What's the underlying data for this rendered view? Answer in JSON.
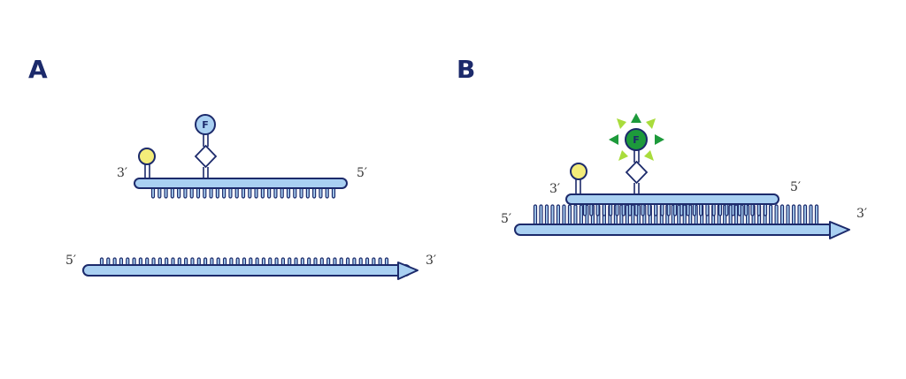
{
  "panels": [
    {
      "letter": "A",
      "probe": {
        "left_end": "3′",
        "right_end": "5′"
      },
      "target": {
        "left_end": "5′",
        "right_end": "3′"
      },
      "fluorophore": {
        "letter": "F",
        "state": "quenched"
      }
    },
    {
      "letter": "B",
      "probe": {
        "left_end": "3′",
        "right_end": "5′"
      },
      "target": {
        "left_end": "5′",
        "right_end": "3′"
      },
      "fluorophore": {
        "letter": "F",
        "state": "fluorescing"
      }
    }
  ],
  "colors": {
    "outline": "#1c2a6b",
    "strand_fill": "#a9d0f2",
    "quencher_fill": "#f3ec7a",
    "fluor_quenched_fill": "#a9d0f2",
    "fluor_active_fill": "#1d9a3b",
    "emission_dark": "#1d9a3b",
    "emission_light": "#a9dc3c",
    "label_color": "#333333",
    "letter_color": "#1c2a6b"
  }
}
